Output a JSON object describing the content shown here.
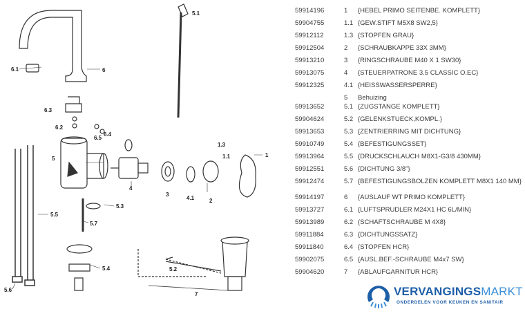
{
  "diagram_labels": {
    "l51": "5.1",
    "l6": "6",
    "l61": "6.1",
    "l63": "6.3",
    "l62": "6.2",
    "l64": "6.4",
    "l65": "6.5",
    "l5": "5",
    "l4": "4",
    "l3": "3",
    "l41": "4.1",
    "l2": "2",
    "l1": "1",
    "l13": "1.3",
    "l11": "1.1",
    "l53": "5.3",
    "l57": "5.7",
    "l55": "5.5",
    "l54": "5.4",
    "l56": "5.6",
    "l52": "5.2",
    "l7": "7"
  },
  "parts": [
    {
      "code": "59914196",
      "num": "1",
      "desc": "{HEBEL PRIMO SEITENBE. KOMPLETT}"
    },
    {
      "code": "59904755",
      "num": "1.1",
      "desc": "{GEW.STIFT M5X8 SW2,5}"
    },
    {
      "code": "59912112",
      "num": "1.3",
      "desc": "{STOPFEN GRAU}"
    },
    {
      "code": "59912504",
      "num": "2",
      "desc": "{SCHRAUBKAPPE 33X 3MM}"
    },
    {
      "code": "59913210",
      "num": "3",
      "desc": "{RINGSCHRAUBE M40 X 1 SW30}"
    },
    {
      "code": "59913075",
      "num": "4",
      "desc": "{STEUERPATRONE 3.5 CLASSIC O.EC}"
    },
    {
      "code": "59912325",
      "num": "4.1",
      "desc": "{HEISSWASSERSPERRE}"
    },
    {
      "code": "",
      "num": "5",
      "desc": "Behuizing"
    },
    {
      "code": "59913652",
      "num": "5.1",
      "desc": "{ZUGSTANGE KOMPLETT}"
    },
    {
      "code": "59904624",
      "num": "5.2",
      "desc": "{GELENKSTUECK,KOMPL.}"
    },
    {
      "code": "59913653",
      "num": "5.3",
      "desc": "{ZENTRIERRING MIT DICHTUNG}"
    },
    {
      "code": "59910749",
      "num": "5.4",
      "desc": "{BEFESTIGUNGSSET}"
    },
    {
      "code": "59913964",
      "num": "5.5",
      "desc": "{DRUCKSCHLAUCH M8X1-G3/8 430MM}"
    },
    {
      "code": "59912551",
      "num": "5.6",
      "desc": "{DICHTUNG 3/8\"}"
    },
    {
      "code": "59912474",
      "num": "5.7",
      "desc": "{BEFESTIGUNGSBOLZEN KOMPLETT M8X1 140 MM}"
    },
    {
      "code": "59914197",
      "num": "6",
      "desc": "{AUSLAUF WT PRIMO KOMPLETT}"
    },
    {
      "code": "59913727",
      "num": "6.1",
      "desc": "{LUFTSPRUDLER M24X1 HC 6L/MIN}"
    },
    {
      "code": "59913989",
      "num": "6.2",
      "desc": "{SCHAFTSCHRAUBE M 4X8}"
    },
    {
      "code": "59911884",
      "num": "6.3",
      "desc": "{DICHTUNGSSATZ}"
    },
    {
      "code": "59911840",
      "num": "6.4",
      "desc": "{STOPFEN HCR}"
    },
    {
      "code": "59902075",
      "num": "6.5",
      "desc": "{AUSL.BEF.-SCHRAUBE M4x7 SW}"
    },
    {
      "code": "59904620",
      "num": "7",
      "desc": "{ABLAUFGARNITUR HCR}"
    }
  ],
  "logo": {
    "brand_bold": "VERVANGINGS",
    "brand_light": "MARKT",
    "tagline": "ONDERDELEN VOOR KEUKEN EN SANITAIR"
  },
  "colors": {
    "brand_dark": "#1d5ea8",
    "brand_light": "#3d8fd8"
  }
}
